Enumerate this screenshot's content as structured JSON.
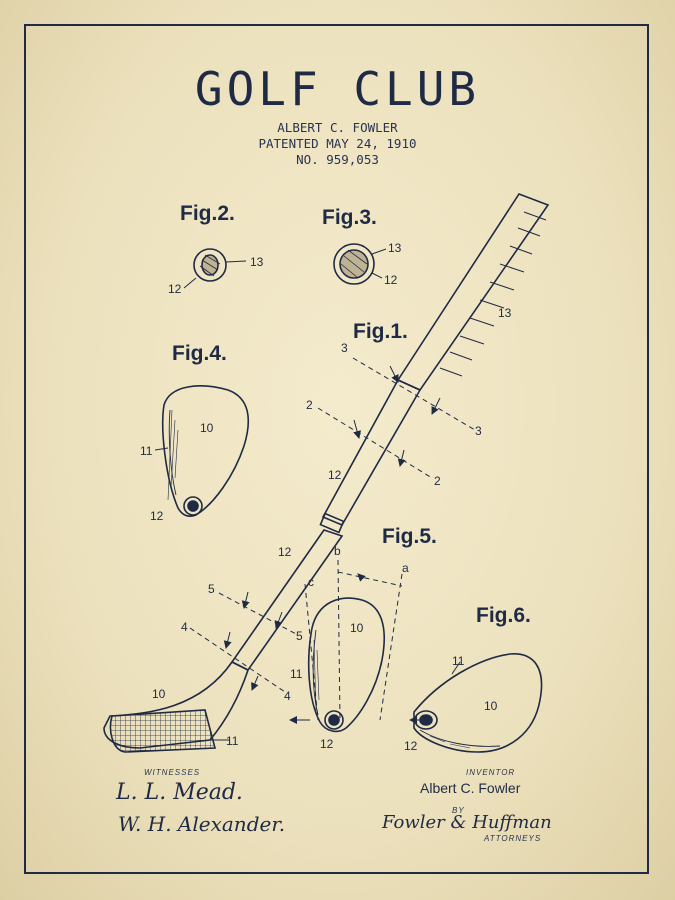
{
  "title": "GOLF CLUB",
  "inventor_line": "ALBERT C. FOWLER",
  "patent_date": "PATENTED MAY 24, 1910",
  "patent_number": "NO. 959,053",
  "figures": {
    "fig1": "Fig.1.",
    "fig2": "Fig.2.",
    "fig3": "Fig.3.",
    "fig4": "Fig.4.",
    "fig5": "Fig.5.",
    "fig6": "Fig.6."
  },
  "refs": {
    "n2": "2",
    "n3": "3",
    "n4": "4",
    "n5": "5",
    "n10": "10",
    "n11": "11",
    "n12": "12",
    "n13": "13",
    "a": "a",
    "b": "b",
    "c": "c"
  },
  "footer": {
    "witnesses_label": "WITNESSES",
    "witness1": "L. L. Mead.",
    "witness2": "W. H. Alexander.",
    "inventor_label": "INVENTOR",
    "inventor_name": "Albert C. Fowler",
    "by_label": "BY",
    "attorney_sig": "Fowler & Huffman",
    "attorneys_label": "ATTORNEYS"
  },
  "colors": {
    "ink": "#1f2a44",
    "paper": "#efe5c4"
  }
}
